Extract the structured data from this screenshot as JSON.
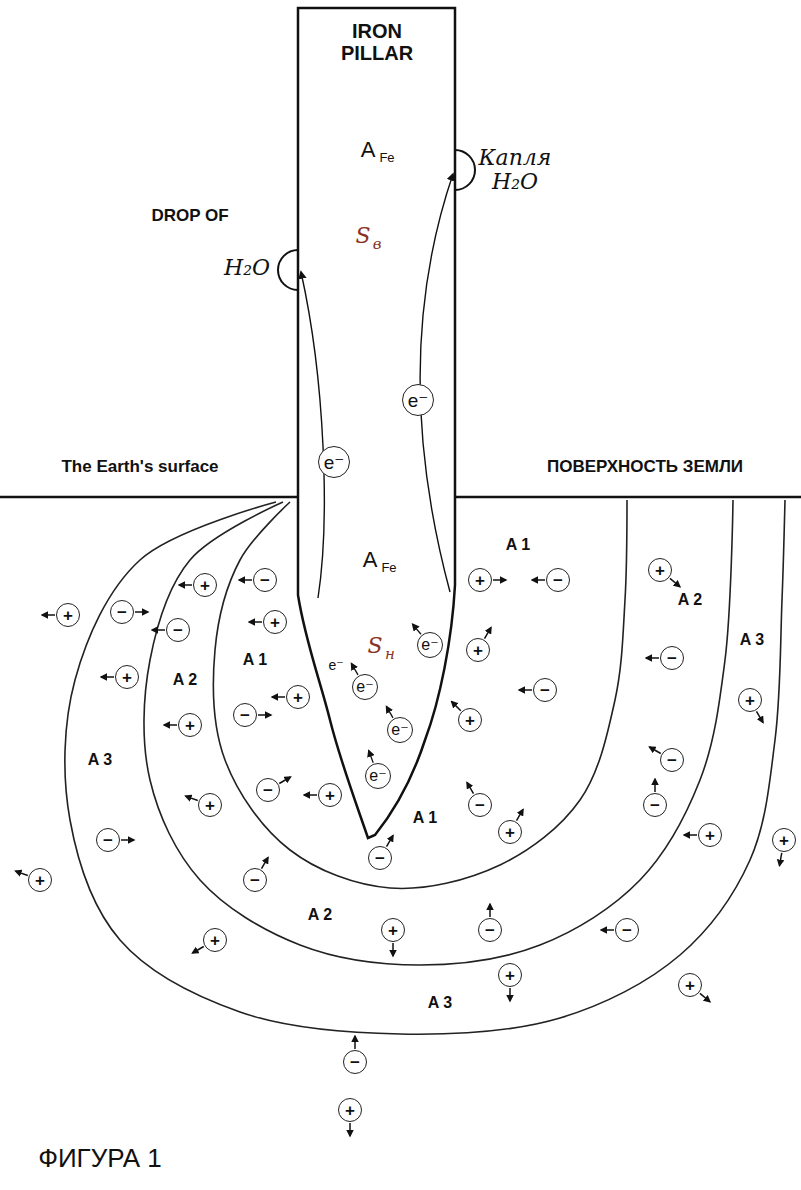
{
  "diagram": {
    "caption": "ФИГУРА 1",
    "nodes": [
      {
        "text": [
          "IRON PILLAR",
          "A",
          "Fe",
          "S",
          "в",
          "A",
          "Fe",
          "S",
          "н",
          "e⁻"
        ]
      },
      {
        "text": [
          "e⁻"
        ],
        "in": 0
      },
      {
        "text": [
          "e⁻"
        ],
        "in": 0
      },
      {
        "text": [
          "e⁻"
        ],
        "in": 0
      },
      {
        "text": [
          "e⁻"
        ],
        "in": 0
      },
      {
        "text": [
          "e⁻"
        ],
        "in": 0
      },
      {
        "text": [
          "e⁻"
        ],
        "in": 0
      },
      {
        "text": [
          "+"
        ]
      },
      {
        "text": [
          "−"
        ]
      },
      {
        "text": [
          "+"
        ]
      },
      {
        "text": [
          "−"
        ]
      },
      {
        "text": [
          "−"
        ]
      },
      {
        "text": [
          "+"
        ]
      },
      {
        "text": [
          "+"
        ]
      },
      {
        "text": [
          "+"
        ]
      },
      {
        "text": [
          "−"
        ]
      },
      {
        "text": [
          "+"
        ]
      },
      {
        "text": [
          "+"
        ]
      },
      {
        "text": [
          "−"
        ]
      },
      {
        "text": [
          "+"
        ]
      },
      {
        "text": [
          "−"
        ]
      },
      {
        "text": [
          "+"
        ]
      },
      {
        "text": [
          "−"
        ]
      },
      {
        "text": [
          "+"
        ]
      },
      {
        "text": [
          "−"
        ]
      },
      {
        "text": [
          "+"
        ]
      },
      {
        "text": [
          "−"
        ]
      },
      {
        "text": [
          "+"
        ]
      },
      {
        "text": [
          "+"
        ]
      },
      {
        "text": [
          "−"
        ]
      },
      {
        "text": [
          "+"
        ]
      },
      {
        "text": [
          "+"
        ]
      },
      {
        "text": [
          "−"
        ]
      },
      {
        "text": [
          "−"
        ]
      },
      {
        "text": [
          "+"
        ]
      },
      {
        "text": [
          "+"
        ]
      },
      {
        "text": [
          "−"
        ]
      },
      {
        "text": [
          "−"
        ]
      },
      {
        "text": [
          "−"
        ]
      },
      {
        "text": [
          "+"
        ]
      },
      {
        "text": [
          "+"
        ]
      },
      {
        "text": [
          "+"
        ]
      },
      {
        "text": [
          "−"
        ]
      },
      {
        "text": [
          "−"
        ]
      },
      {
        "text": [
          "+"
        ]
      },
      {
        "text": [
          "+"
        ]
      }
    ],
    "labels": [
      "DROP OF",
      "H₂O",
      "Капля H₂O",
      "The Earth's surface",
      "ПОВЕРХНОСТЬ ЗЕМЛИ",
      "A 1",
      "A 1",
      "A 1",
      "A 2",
      "A 2",
      "A 2",
      "A 3",
      "A 3",
      "A 3"
    ]
  }
}
